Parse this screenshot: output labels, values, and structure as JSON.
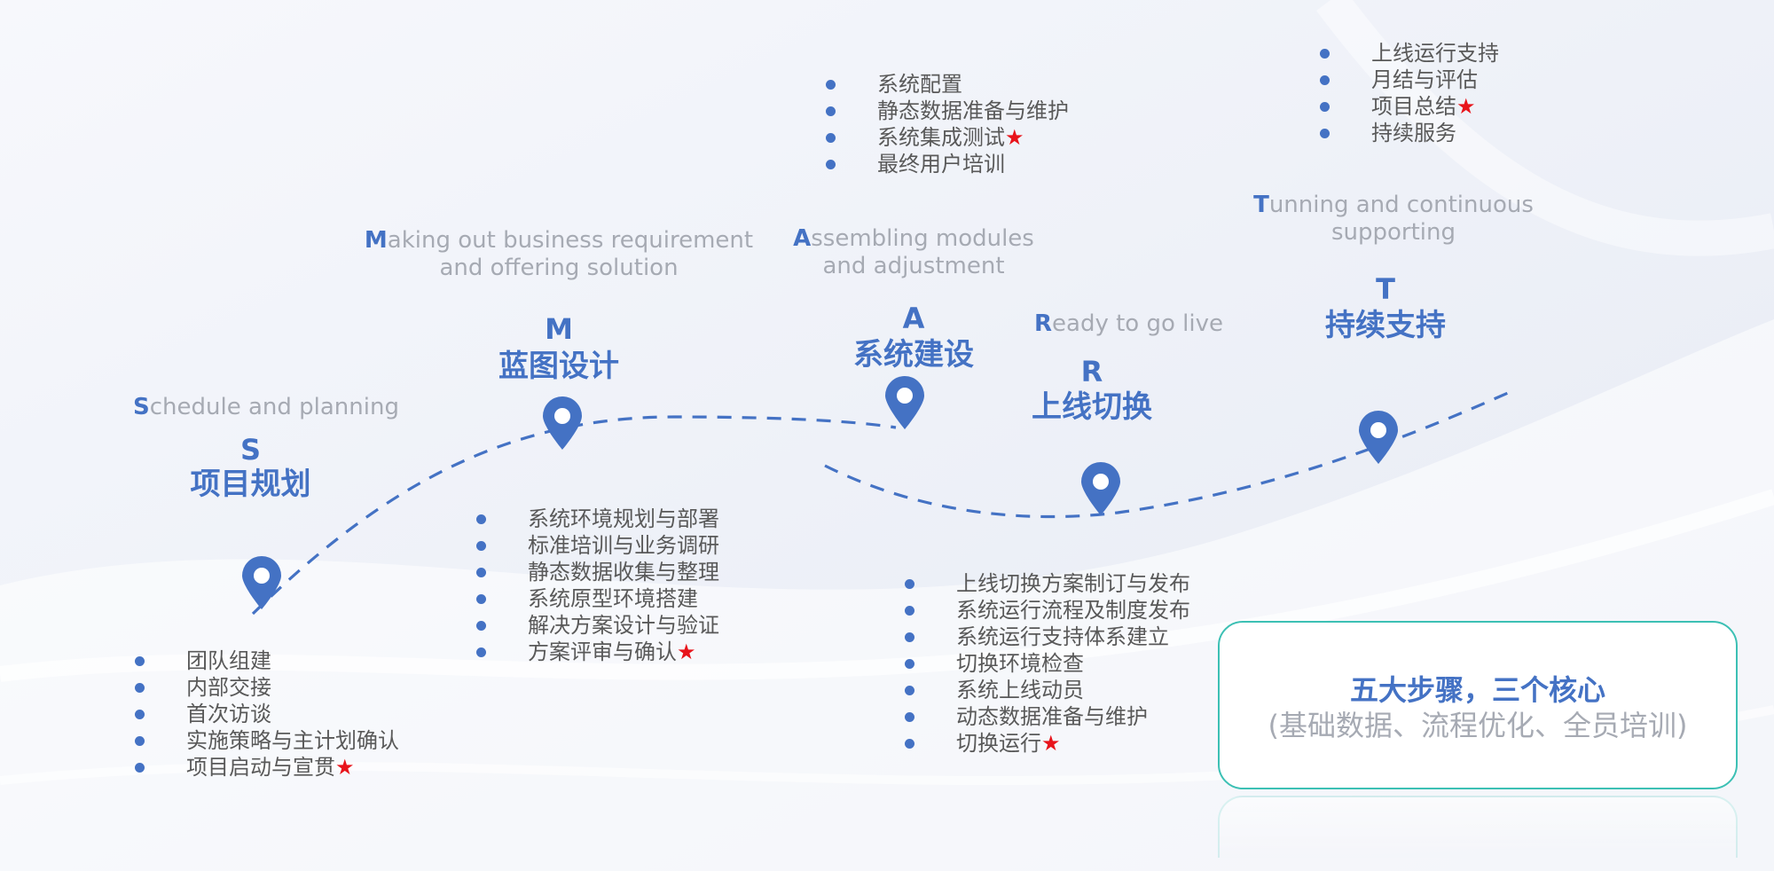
{
  "colors": {
    "accent": "#4472c4",
    "star": "#e8141b",
    "box_border": "#3cc0b4",
    "text_gray": "#a6aab3",
    "item_text": "#595959"
  },
  "icons": {
    "pin": "map-pin-icon",
    "bullet": "bullet-dot-icon"
  },
  "steps": [
    {
      "id": "s",
      "eng_cap": "S",
      "eng_rest": "chedule and planning",
      "letter": "S",
      "title": "项目规划",
      "items": [
        {
          "text": "团队组建"
        },
        {
          "text": "内部交接"
        },
        {
          "text": "首次访谈"
        },
        {
          "text": "实施策略与主计划确认"
        },
        {
          "text": "项目启动与宣贯",
          "star": "★"
        }
      ]
    },
    {
      "id": "m",
      "eng_cap": "M",
      "eng_rest": "aking out business requirement",
      "eng_line2": "and offering solution",
      "letter": "M",
      "title": "蓝图设计",
      "items": [
        {
          "text": "系统环境规划与部署"
        },
        {
          "text": "标准培训与业务调研"
        },
        {
          "text": "静态数据收集与整理"
        },
        {
          "text": "系统原型环境搭建"
        },
        {
          "text": "解决方案设计与验证"
        },
        {
          "text": "方案评审与确认",
          "star": "★"
        }
      ]
    },
    {
      "id": "a",
      "eng_cap": "A",
      "eng_rest": "ssembling modules",
      "eng_line2": "and adjustment",
      "letter": "A",
      "title": "系统建设",
      "items": [
        {
          "text": "系统配置"
        },
        {
          "text": "静态数据准备与维护"
        },
        {
          "text": "系统集成测试",
          "star": "★"
        },
        {
          "text": "最终用户培训"
        }
      ]
    },
    {
      "id": "r",
      "eng_cap": "R",
      "eng_rest": "eady to go live",
      "letter": "R",
      "title": "上线切换",
      "items": [
        {
          "text": "上线切换方案制订与发布"
        },
        {
          "text": "系统运行流程及制度发布"
        },
        {
          "text": "系统运行支持体系建立"
        },
        {
          "text": "切换环境检查"
        },
        {
          "text": "系统上线动员"
        },
        {
          "text": "动态数据准备与维护"
        },
        {
          "text": "切换运行",
          "star": "★"
        }
      ]
    },
    {
      "id": "t",
      "eng_cap": "T",
      "eng_rest": "unning and continuous",
      "eng_line2": "supporting",
      "letter": "T",
      "title": "持续支持",
      "items": [
        {
          "text": "上线运行支持"
        },
        {
          "text": "月结与评估"
        },
        {
          "text": "项目总结",
          "star": "★"
        },
        {
          "text": "持续服务"
        }
      ]
    }
  ],
  "core": {
    "title": "五大步骤，三个核心",
    "subtitle": "(基础数据、流程优化、全员培训)"
  }
}
